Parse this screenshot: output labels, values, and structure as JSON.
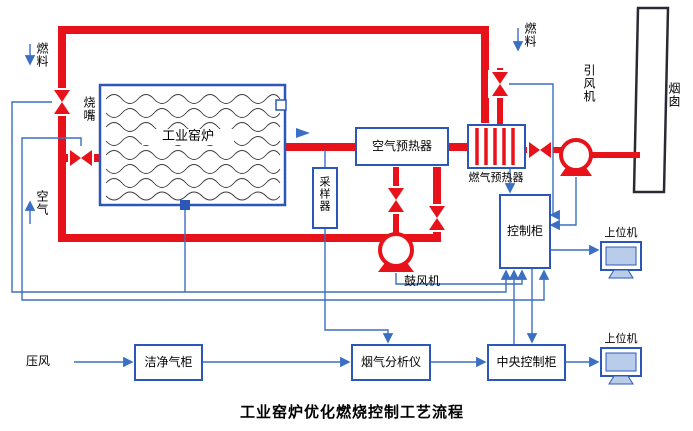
{
  "title": "工业窑炉优化燃烧控制工艺流程",
  "colors": {
    "pipe_red": "#e8131a",
    "signal_blue": "#3a6fc4",
    "box_blue": "#2b58b8"
  },
  "labels": {
    "fuel_left": "燃料",
    "burner": "烧嘴",
    "air": "空气",
    "kiln": "工业窑炉",
    "sampler": "采样器",
    "air_preheater": "空气预热器",
    "gas_preheater": "燃气预热器",
    "fuel_right": "燃料",
    "induced_draft_fan": "引风机",
    "chimney": "烟囱",
    "blower": "鼓风机",
    "control_cabinet": "控制柜",
    "host_computer_upper": "上位机",
    "host_computer_lower": "上位机",
    "compressed_air": "压风",
    "clean_gas_cabinet": "洁净气柜",
    "flue_gas_analyzer": "烟气分析仪",
    "central_control_cabinet": "中央控制柜"
  }
}
